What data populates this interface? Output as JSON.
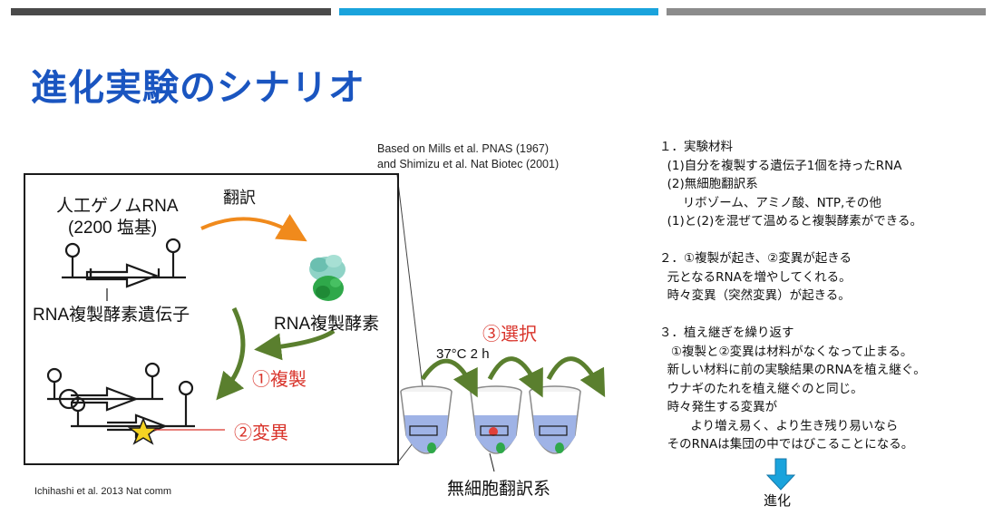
{
  "header": {
    "bar_colors": [
      "#4a4a4a",
      "#1aa3dc",
      "#8c8c8c"
    ],
    "title": "進化実験のシナリオ",
    "title_color": "#1a55c0"
  },
  "figure": {
    "reference_line1": "Based on Mills et al. PNAS (1967)",
    "reference_line2": "and Shimizu et al. Nat Biotec (2001)",
    "genome_label": "人工ゲノムRNA",
    "genome_bases": "(2200 塩基)",
    "translation_label": "翻訳",
    "gene_label": "RNA複製酵素遺伝子",
    "enzyme_label": "RNA複製酵素",
    "replication_label": "①複製",
    "mutation_label": "②変異",
    "selection_label": "③選択",
    "condition_label": "37°C 2 h",
    "cellfree_label": "無細胞翻訳系",
    "citation": "Ichihashi et al. 2013 Nat comm",
    "accent_red": "#d9342b",
    "arrow_orange": "#f08a1c",
    "arrow_green": "#5a7f2e"
  },
  "steps": {
    "lines": [
      "１．実験材料",
      "  (1)自分を複製する遺伝子1個を持ったRNA",
      "  (2)無細胞翻訳系",
      "      リボゾーム、アミノ酸、NTP,その他",
      "  (1)と(2)を混ぜて温めると複製酵素ができる。",
      "",
      "２．①複製が起き、②変異が起きる",
      "  元となるRNAを増やしてくれる。",
      "  時々変異（突然変異）が起きる。",
      "",
      "３．植え継ぎを繰り返す",
      "   ①複製と②変異は材料がなくなって止まる。",
      "  新しい材料に前の実験結果のRNAを植え継ぐ。",
      "  ウナギのたれを植え継ぐのと同じ。",
      "  時々発生する変異が",
      "        より増え易く、より生き残り易いなら",
      "  そのRNAは集団の中ではびこることになる。"
    ],
    "result_label": "進化",
    "result_arrow_color": "#1aa3dc"
  }
}
